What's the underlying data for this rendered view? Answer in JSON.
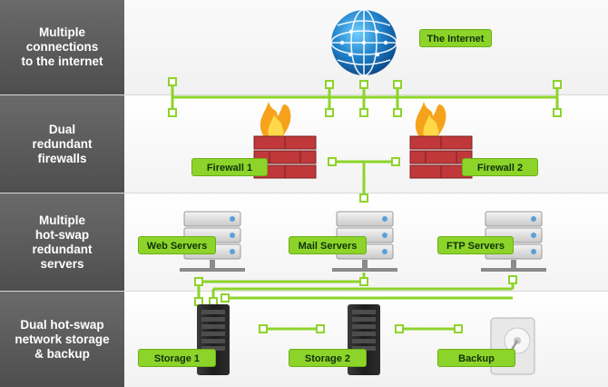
{
  "rows": [
    {
      "label": "Multiple\nconnections\nto the internet"
    },
    {
      "label": "Dual\nredundant\nfirewalls"
    },
    {
      "label": "Multiple\nhot-swap\nredundant\nservers"
    },
    {
      "label": "Dual hot-swap\nnetwork storage\n& backup"
    }
  ],
  "nodes": {
    "internet": "The Internet",
    "firewall1": "Firewall 1",
    "firewall2": "Firewall 2",
    "web": "Web Servers",
    "mail": "Mail Servers",
    "ftp": "FTP Servers",
    "storage1": "Storage 1",
    "storage2": "Storage 2",
    "backup": "Backup"
  },
  "colors": {
    "label_panel": "#5e5e5e",
    "connector": "#8dd42a",
    "badge": "#8dd42a"
  }
}
